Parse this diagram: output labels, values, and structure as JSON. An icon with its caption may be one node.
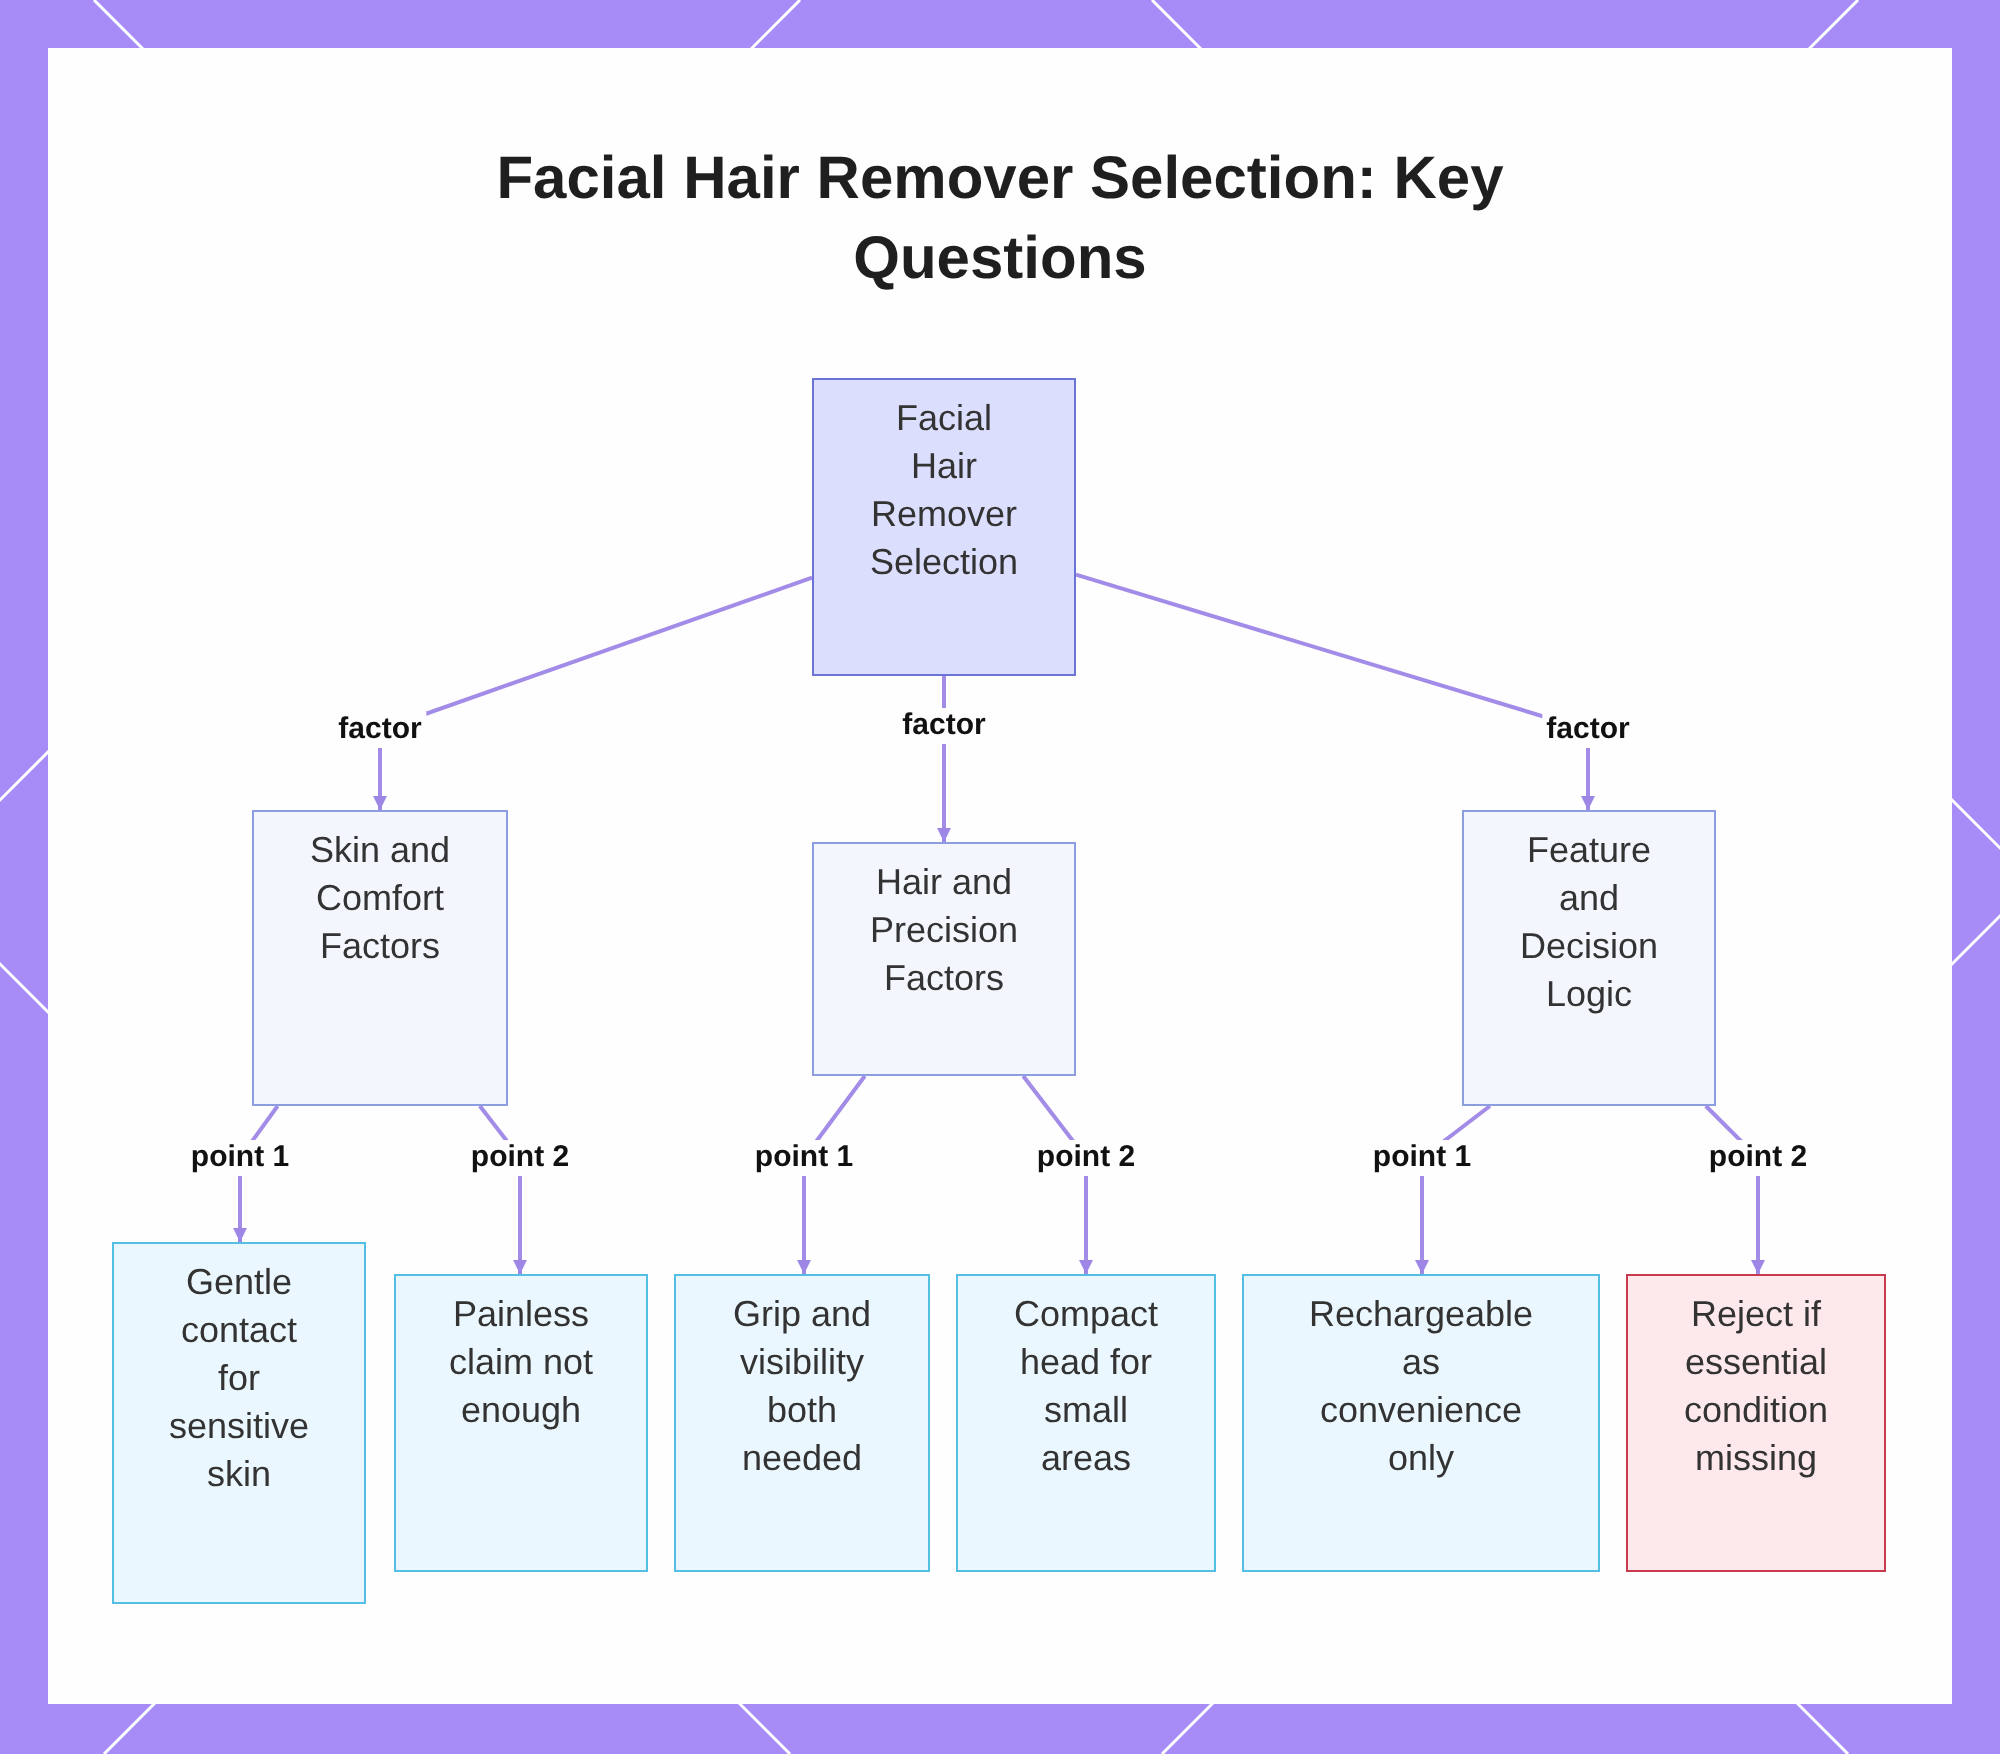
{
  "diagram": {
    "title": "Facial Hair Remover Selection: Key Questions",
    "nodes": [
      {
        "text": [
          "Facial Hair Remover Selection"
        ]
      },
      {
        "text": [
          "Skin and Comfort Factors"
        ]
      },
      {
        "text": [
          "Hair and Precision Factors"
        ]
      },
      {
        "text": [
          "Feature and Decision Logic"
        ]
      },
      {
        "text": [
          "Gentle contact for sensitive skin"
        ]
      },
      {
        "text": [
          "Painless claim not enough"
        ]
      },
      {
        "text": [
          "Grip and visibility both needed"
        ]
      },
      {
        "text": [
          "Compact head for small areas"
        ]
      },
      {
        "text": [
          "Rechargeable as convenience only"
        ]
      },
      {
        "text": [
          "Reject if essential condition missing"
        ]
      }
    ],
    "edges": [
      {
        "from": 0,
        "to": 1,
        "arrow": "to",
        "label": "factor"
      },
      {
        "from": 0,
        "to": 2,
        "arrow": "to",
        "label": "factor"
      },
      {
        "from": 0,
        "to": 3,
        "arrow": "to",
        "label": "factor"
      },
      {
        "from": 1,
        "to": 4,
        "arrow": "to",
        "label": "point 1"
      },
      {
        "from": 1,
        "to": 5,
        "arrow": "to",
        "label": "point 2"
      },
      {
        "from": 2,
        "to": 6,
        "arrow": "to",
        "label": "point 1"
      },
      {
        "from": 2,
        "to": 7,
        "arrow": "to",
        "label": "point 2"
      },
      {
        "from": 3,
        "to": 8,
        "arrow": "to",
        "label": "point 1"
      },
      {
        "from": 3,
        "to": 9,
        "arrow": "to",
        "label": "point 2"
      }
    ]
  }
}
